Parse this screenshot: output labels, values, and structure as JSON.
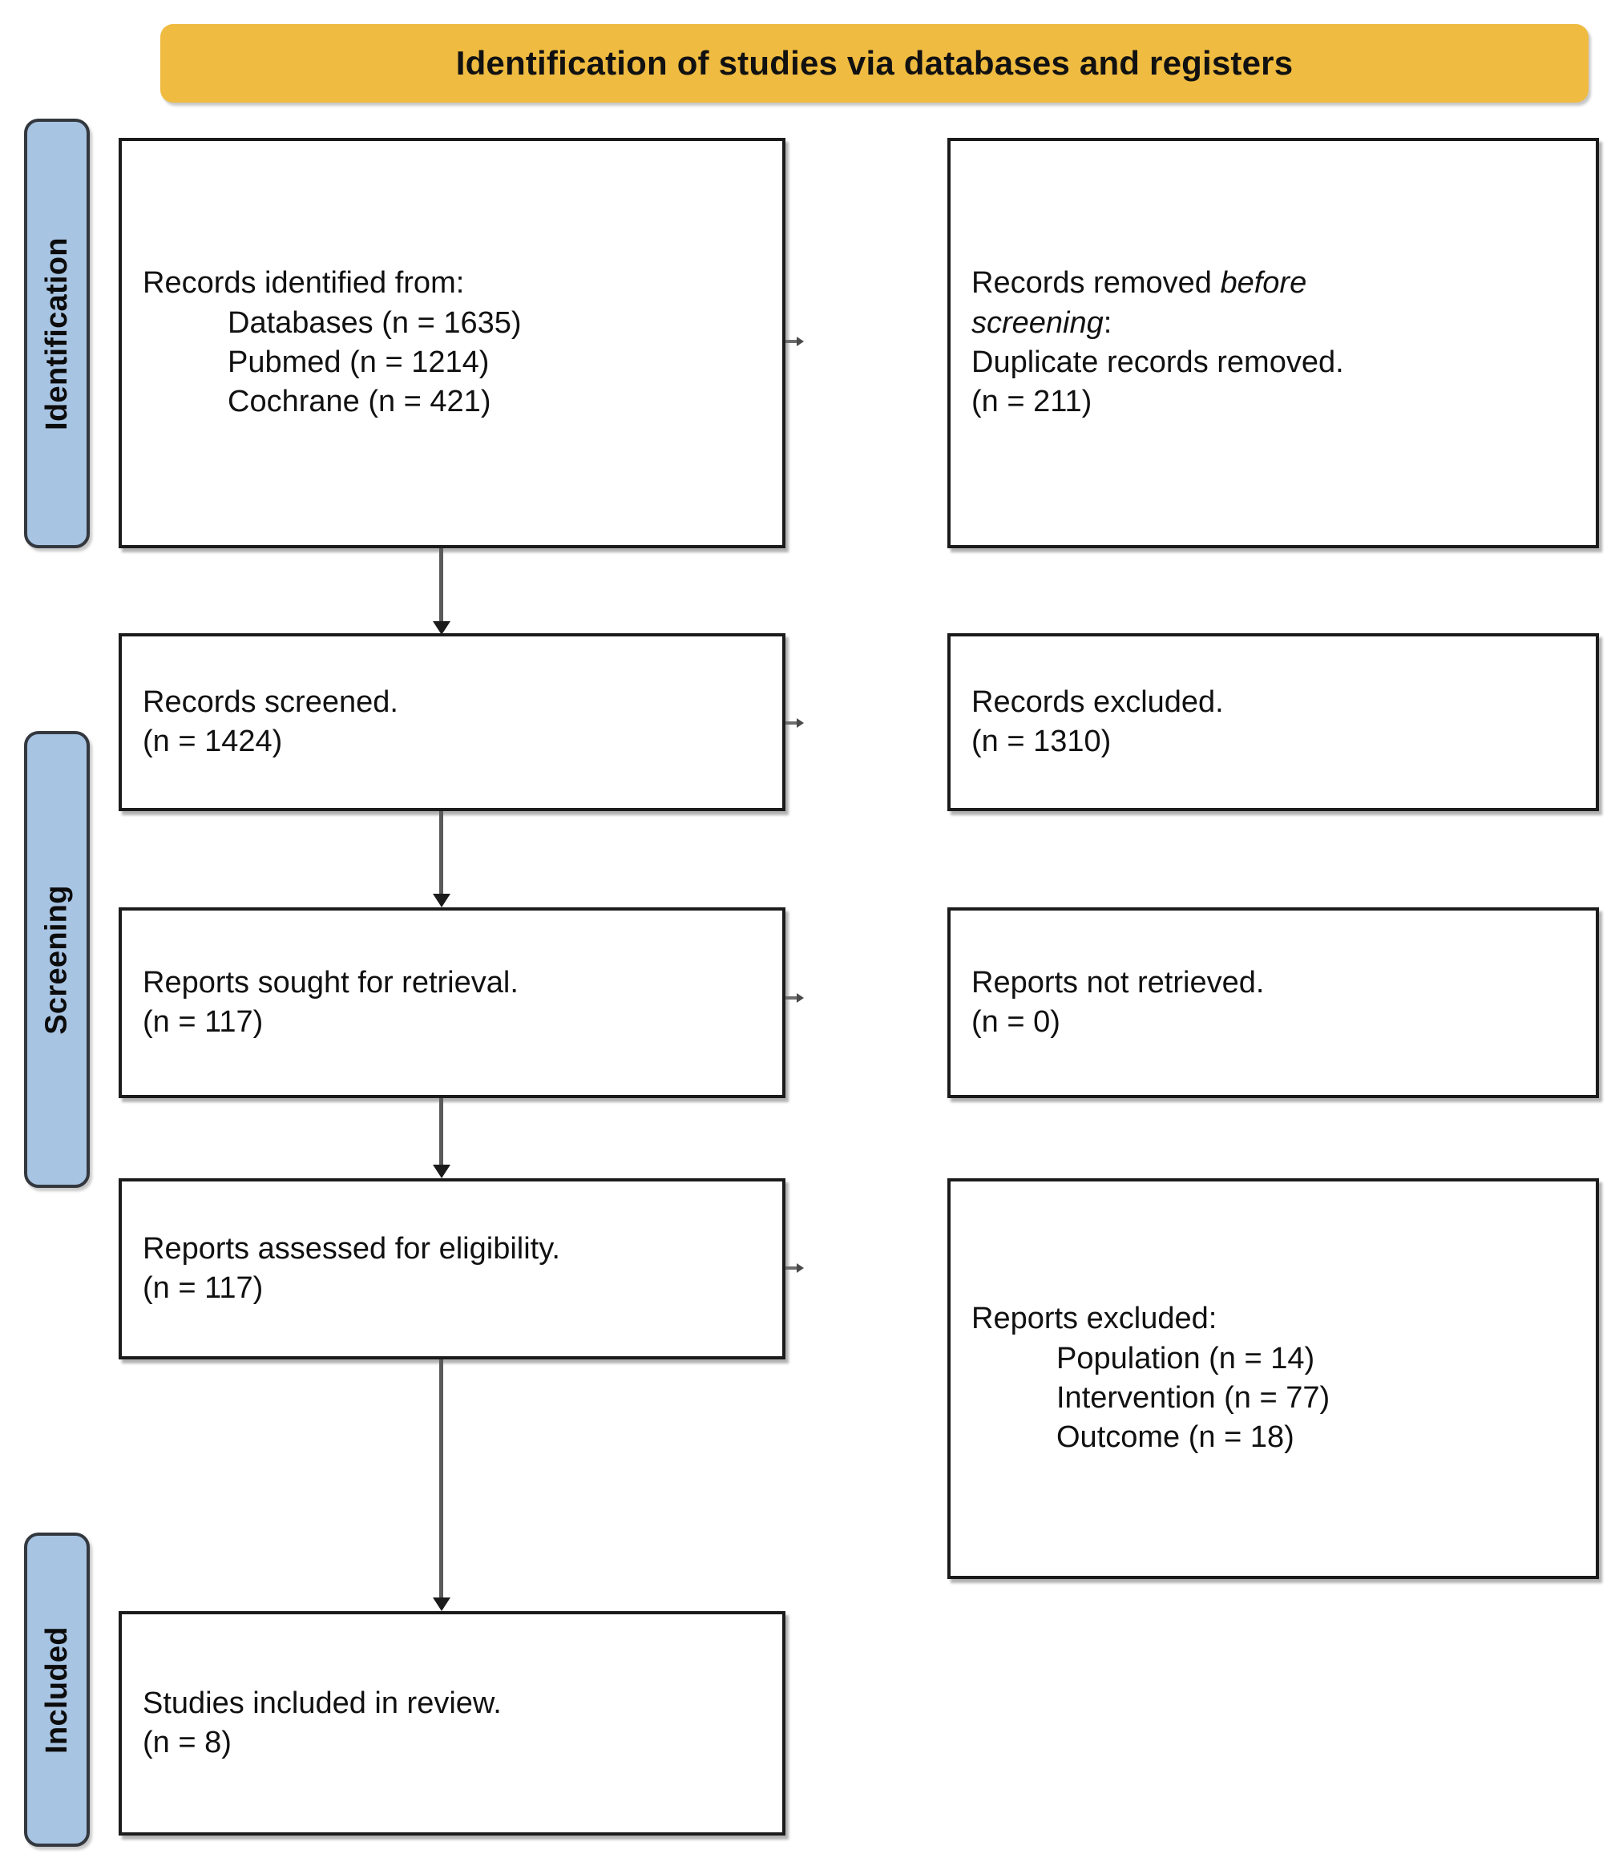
{
  "header": {
    "title": "Identification of studies via databases and registers"
  },
  "stages": [
    {
      "id": "identification",
      "label": "Identification"
    },
    {
      "id": "screening",
      "label": "Screening"
    },
    {
      "id": "included",
      "label": "Included"
    }
  ],
  "boxes": {
    "identified": {
      "line1": "Records identified from:",
      "line2": "Databases (n = 1635)",
      "line3": "Pubmed (n = 1214)",
      "line4": "Cochrane (n = 421)"
    },
    "removed": {
      "line1a": "Records removed ",
      "line1b": "before",
      "line2a": "screening",
      "line2b": ":",
      "line3": "Duplicate records removed.",
      "line4": "(n = 211)"
    },
    "screened": {
      "line1": "Records screened.",
      "line2": "(n = 1424)"
    },
    "excluded": {
      "line1": "Records excluded.",
      "line2": "(n = 1310)"
    },
    "sought": {
      "line1": "Reports sought for retrieval.",
      "line2": "(n = 117)"
    },
    "not_retrieved": {
      "line1": "Reports not retrieved.",
      "line2": "(n = 0)"
    },
    "assessed": {
      "line1": "Reports assessed for eligibility.",
      "line2": "(n = 117)"
    },
    "reports_excluded": {
      "line1": "Reports excluded:",
      "line2": "Population (n = 14)",
      "line3": "Intervention (n = 77)",
      "line4": "Outcome (n = 18)"
    },
    "included": {
      "line1": "Studies included in review.",
      "line2": "(n = 8)"
    }
  },
  "counts": {
    "databases": 1635,
    "pubmed": 1214,
    "cochrane": 421,
    "duplicates_removed": 211,
    "records_screened": 1424,
    "records_excluded": 1310,
    "reports_sought": 117,
    "reports_not_retrieved": 0,
    "reports_assessed": 117,
    "excluded_population": 14,
    "excluded_intervention": 77,
    "excluded_outcome": 18,
    "studies_included": 8
  },
  "colors": {
    "banner": "#EFBB40",
    "stage_bar": "#A8C4E3",
    "box_border": "#1b1b1b",
    "stage_border": "#33383F",
    "text": "#111111"
  }
}
